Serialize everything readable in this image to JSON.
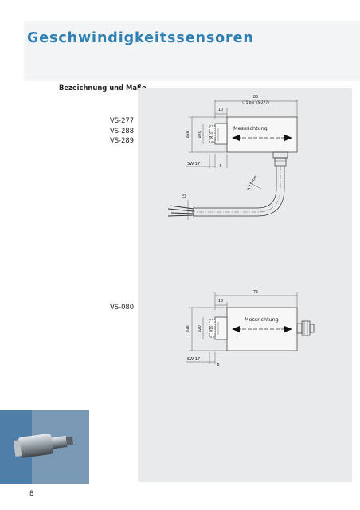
{
  "page": {
    "title": "Geschwindigkeitssensoren",
    "section_label": "Bezeichnung und Maße",
    "page_number": "8"
  },
  "drawing1": {
    "models": [
      "VS-277",
      "VS-288",
      "VS-289"
    ],
    "dim_85": "85",
    "dim_85_note": "(75 bei VS-277)",
    "dim_10": "10",
    "dim_o38": "ø38",
    "dim_o20": "ø20",
    "dim_m10": "M10",
    "dim_sw17": "SW 17",
    "dim_8": "8",
    "dim_15": "15",
    "dim_r": "R 12 mm",
    "label": "Messrichtung"
  },
  "drawing2": {
    "model": "VS-080",
    "dim_75": "75",
    "dim_10": "10",
    "dim_o38": "ø38",
    "dim_o20": "ø20",
    "dim_m10": "M10",
    "dim_sw17": "SW 17",
    "dim_8": "8",
    "label": "Messrichtung"
  }
}
